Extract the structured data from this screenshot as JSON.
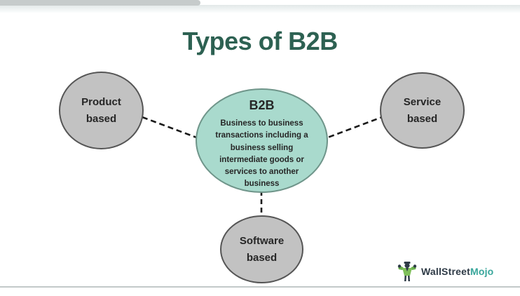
{
  "page": {
    "title": "Types of B2B",
    "title_color": "#2d6152",
    "background_color": "#ffffff"
  },
  "diagram": {
    "center": {
      "label": "B2B",
      "description": "Business to business transactions including a business selling intermediate goods or services to another business",
      "fill_color": "#a9dacd",
      "border_color": "#6f958a"
    },
    "nodes": [
      {
        "id": "product",
        "label": "Product based"
      },
      {
        "id": "service",
        "label": "Service based"
      },
      {
        "id": "software",
        "label": "Software based"
      }
    ],
    "node_fill_color": "#c2c2c2",
    "node_border_color": "#555555",
    "connector_style": "dashed",
    "connector_color": "#1a1a1a"
  },
  "branding": {
    "logo_primary": "WallStreet",
    "logo_secondary": "Mojo",
    "primary_color": "#2e3a46",
    "secondary_color": "#38a69b",
    "icon": "wallstreetmojo-mascot-icon"
  }
}
